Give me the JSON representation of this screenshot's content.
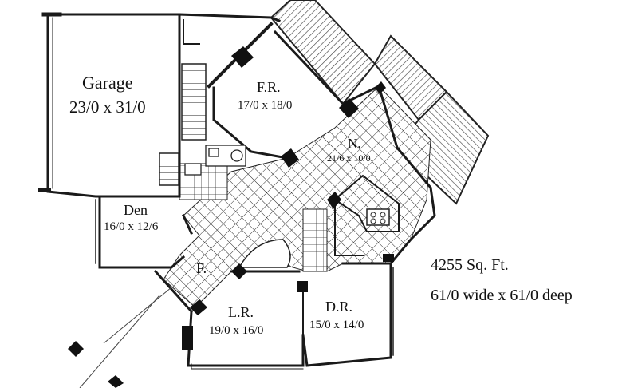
{
  "rooms": {
    "garage": {
      "name": "Garage",
      "size": "23/0 x 31/0"
    },
    "family_room": {
      "name": "F.R.",
      "size": "17/0 x 18/0"
    },
    "nook": {
      "name": "N.",
      "size": "21/6 x 10/0"
    },
    "den": {
      "name": "Den",
      "size": "16/0 x 12/6"
    },
    "foyer": {
      "name": "F."
    },
    "living_room": {
      "name": "L.R.",
      "size": "19/0 x 16/0"
    },
    "dining_room": {
      "name": "D.R.",
      "size": "15/0 x 14/0"
    }
  },
  "summary": {
    "area": "4255 Sq. Ft.",
    "dimensions": "61/0 wide x 61/0 deep"
  }
}
